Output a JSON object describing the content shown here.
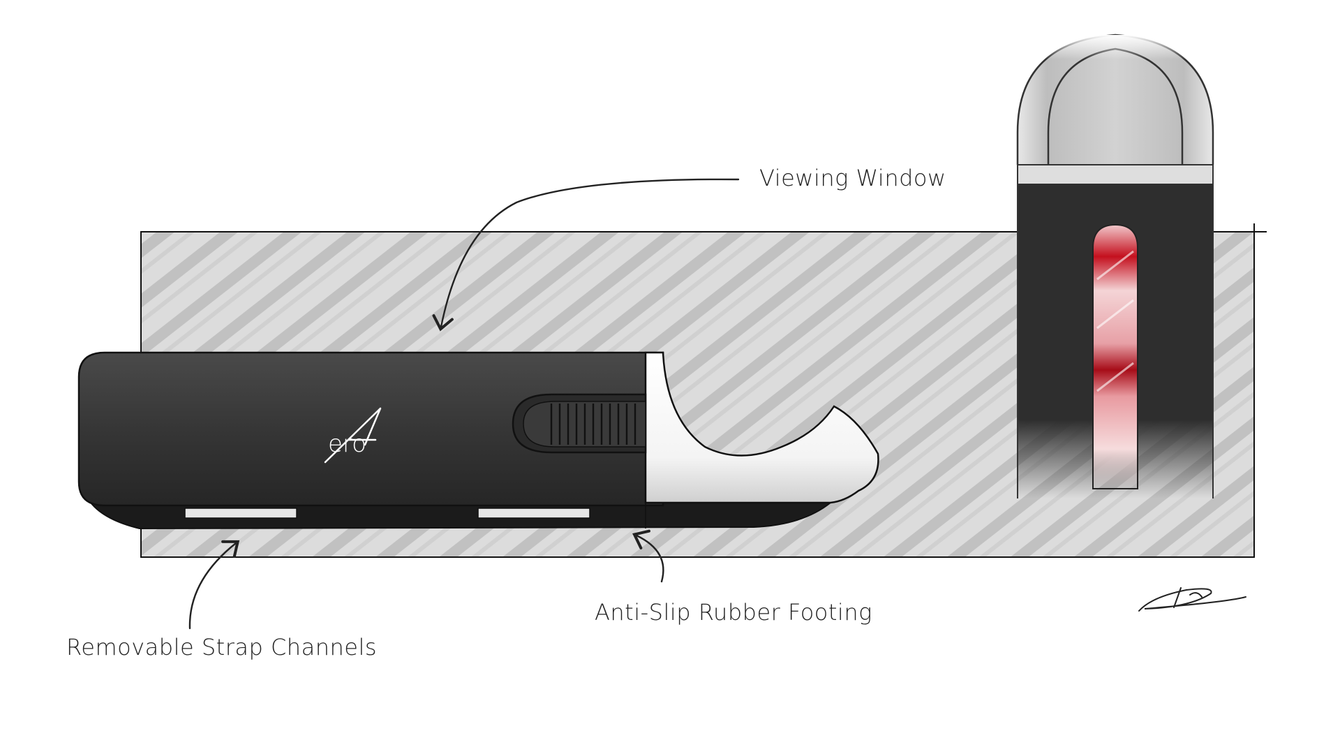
{
  "product": {
    "logo_text": "Aero",
    "colors": {
      "body": "#3a3a3a",
      "body_dark": "#1a1a1a",
      "surface": "#d9d9d9",
      "stripe": "#b3b3b3",
      "window_red": "#c4101e",
      "outline": "#111111"
    }
  },
  "callouts": {
    "viewing_window": "Viewing Window",
    "strap_channels": "Removable Strap Channels",
    "rubber_footing": "Anti-Slip Rubber Footing"
  },
  "icons": {
    "arrow": "curved-arrow-icon",
    "signature": "artist-signature-icon"
  }
}
